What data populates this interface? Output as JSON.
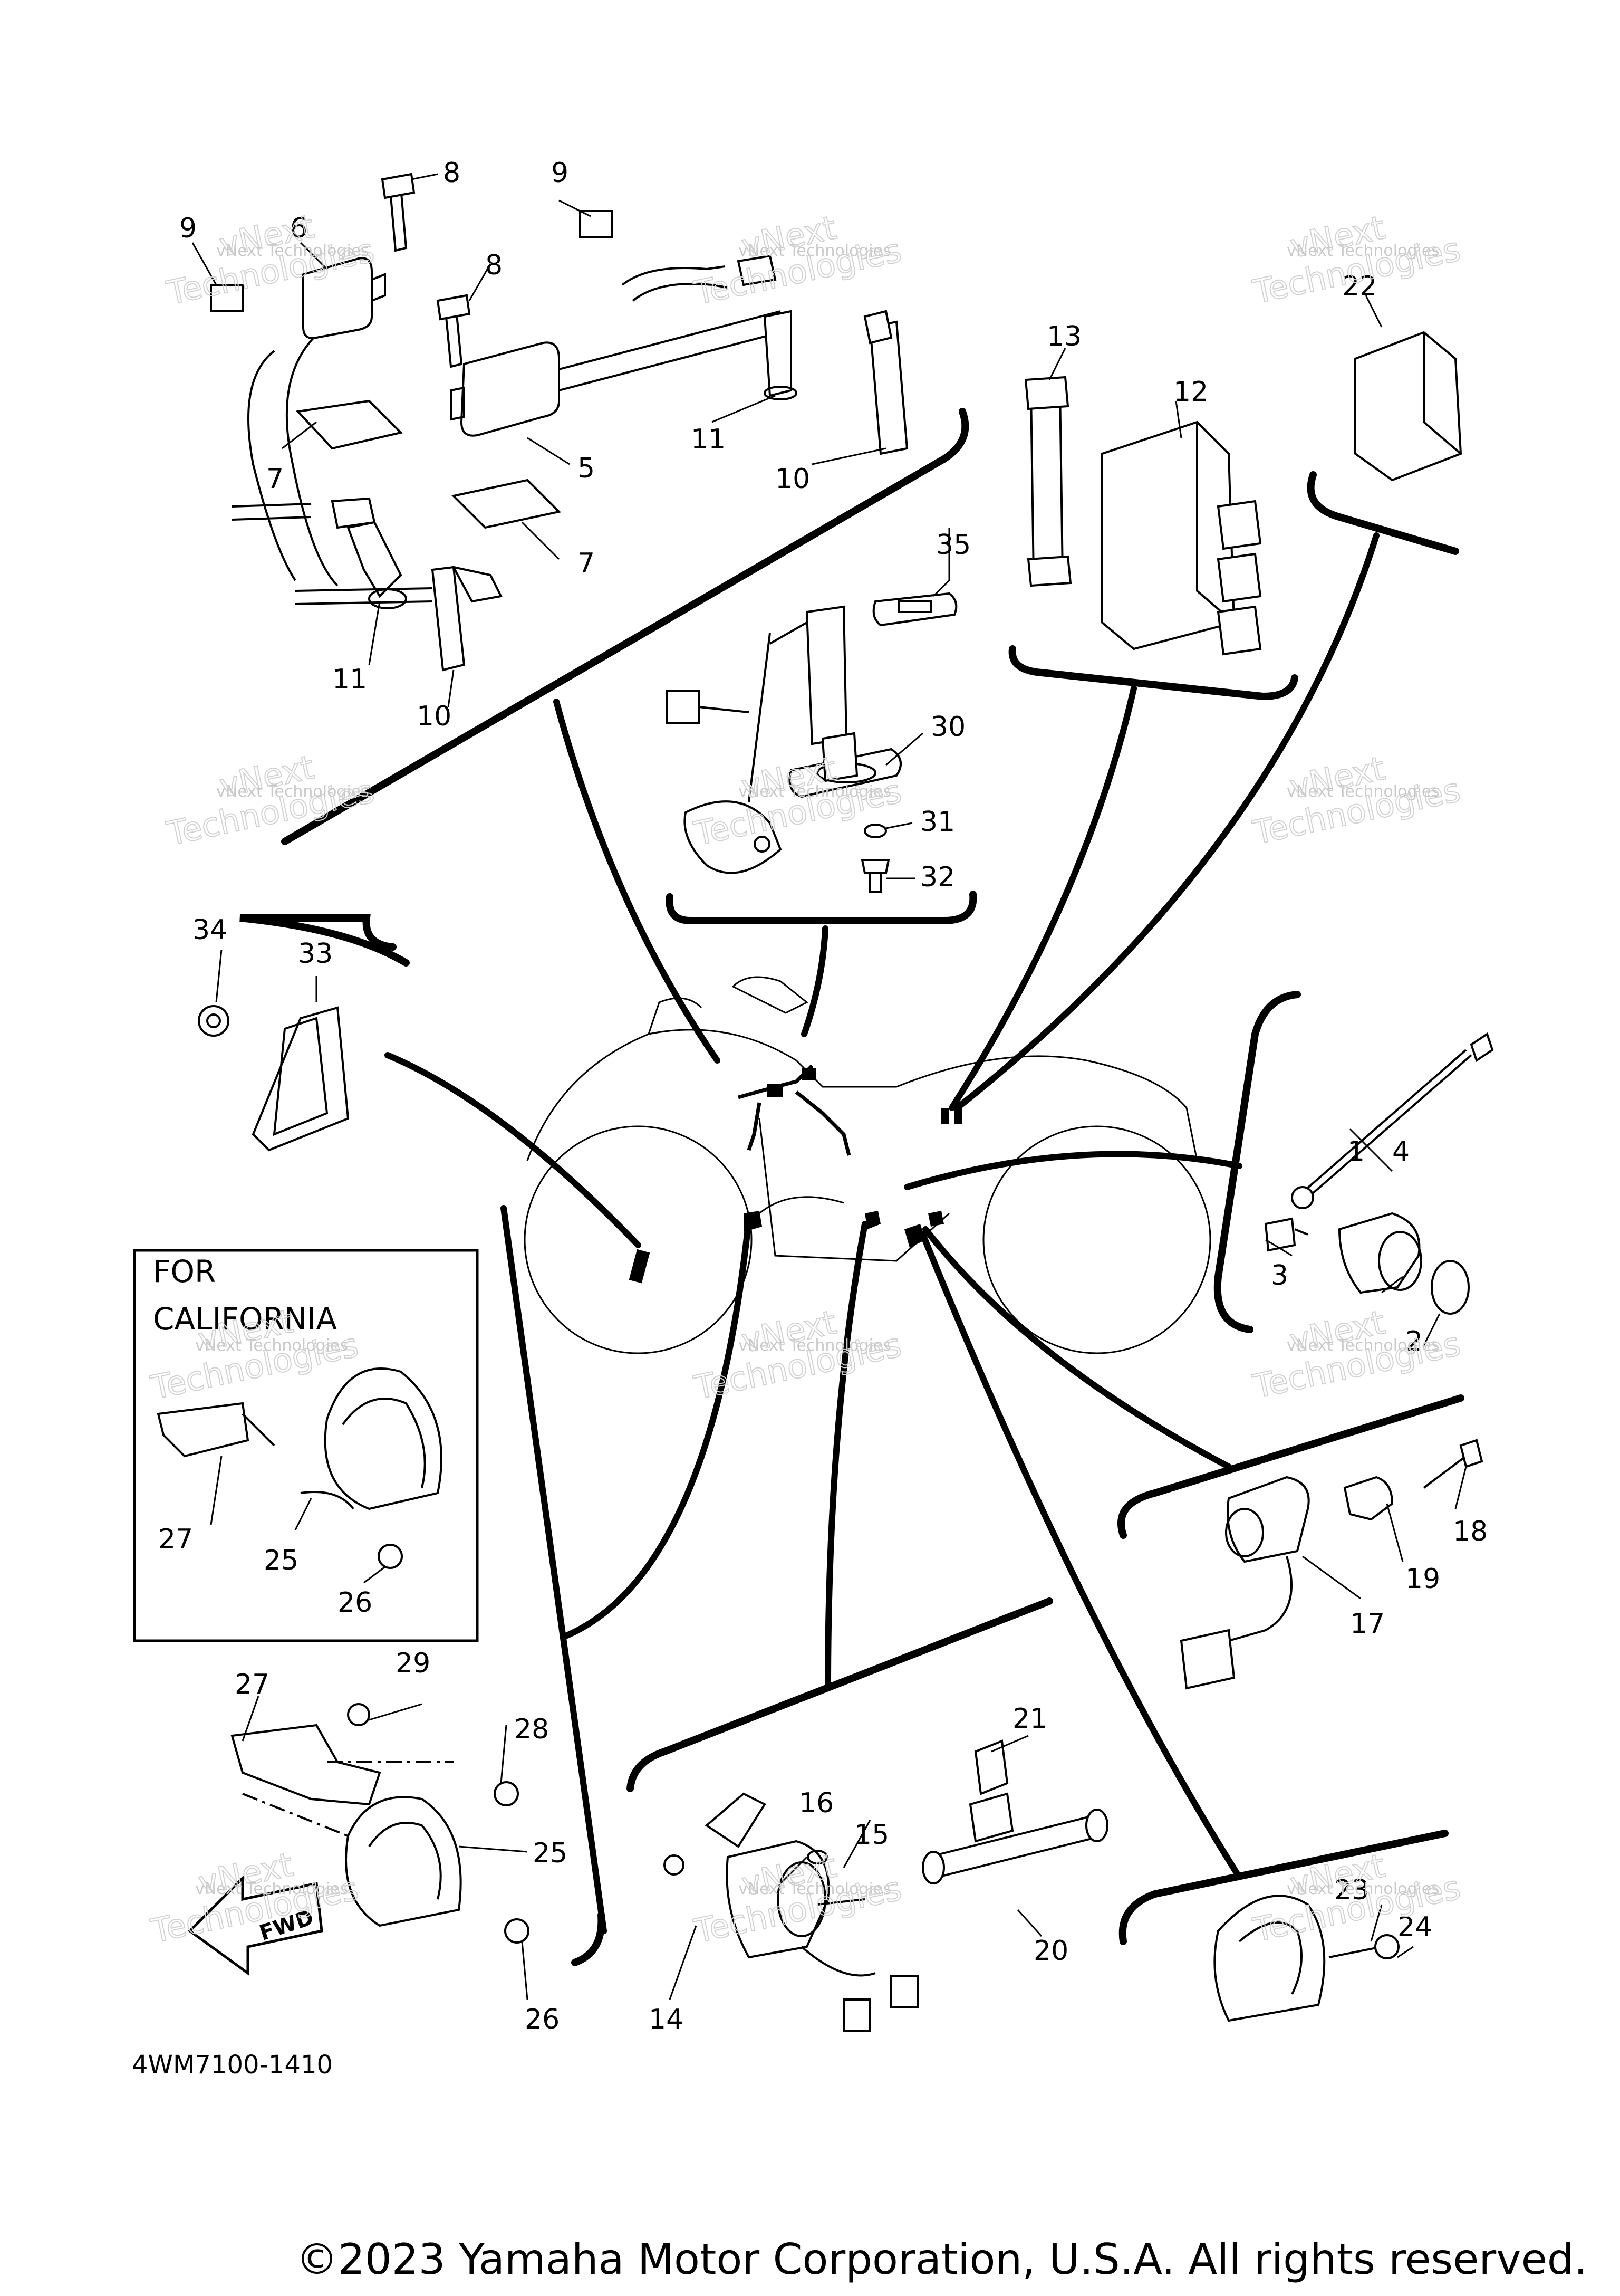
{
  "callouts": [
    {
      "label": "1"
    },
    {
      "label": "2"
    },
    {
      "label": "3"
    },
    {
      "label": "4"
    },
    {
      "label": "5"
    },
    {
      "label": "6"
    },
    {
      "label": "7"
    },
    {
      "label": "7"
    },
    {
      "label": "8"
    },
    {
      "label": "8"
    },
    {
      "label": "9"
    },
    {
      "label": "9"
    },
    {
      "label": "10"
    },
    {
      "label": "10"
    },
    {
      "label": "11"
    },
    {
      "label": "11"
    },
    {
      "label": "12"
    },
    {
      "label": "13"
    },
    {
      "label": "14"
    },
    {
      "label": "15"
    },
    {
      "label": "16"
    },
    {
      "label": "17"
    },
    {
      "label": "18"
    },
    {
      "label": "19"
    },
    {
      "label": "20"
    },
    {
      "label": "21"
    },
    {
      "label": "22"
    },
    {
      "label": "23"
    },
    {
      "label": "24"
    },
    {
      "label": "25"
    },
    {
      "label": "25"
    },
    {
      "label": "26"
    },
    {
      "label": "26"
    },
    {
      "label": "27"
    },
    {
      "label": "27"
    },
    {
      "label": "28"
    },
    {
      "label": "29"
    },
    {
      "label": "30"
    },
    {
      "label": "31"
    },
    {
      "label": "32"
    },
    {
      "label": "33"
    },
    {
      "label": "34"
    },
    {
      "label": "35"
    }
  ],
  "california_box": {
    "line1": "FOR",
    "line2": "CALIFORNIA"
  },
  "fwd_arrow": {
    "label": "FWD"
  },
  "part_code": "4WM7100-1410",
  "watermark": {
    "line1": "vNext Technologies",
    "line2": "vNext",
    "line3": "Technologies"
  },
  "copyright": "©2023 Yamaha Motor Corporation, U.S.A. All rights reserved."
}
